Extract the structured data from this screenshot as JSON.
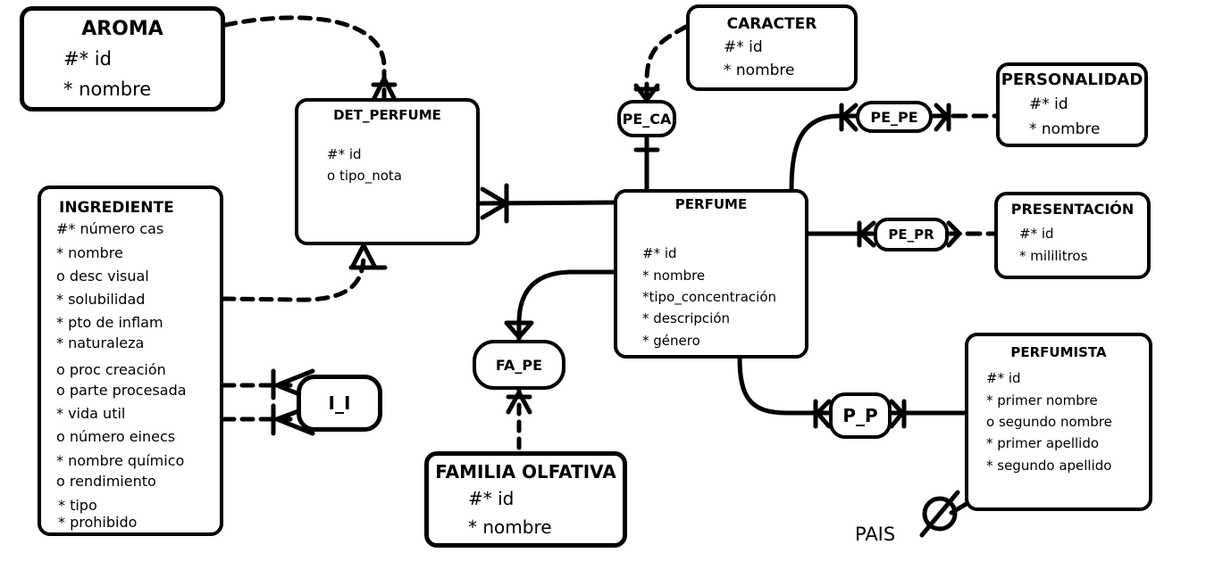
{
  "entities": {
    "aroma": {
      "title": "AROMA",
      "attributes": [
        "#* id",
        "* nombre"
      ]
    },
    "caracter": {
      "title": "CARACTER",
      "attributes": [
        "#* id",
        "* nombre"
      ]
    },
    "personalidad": {
      "title": "PERSONALIDAD",
      "attributes": [
        "#* id",
        "* nombre"
      ]
    },
    "det_perfume": {
      "title": "DET_PERFUME",
      "attributes": [
        "#* id",
        "o tipo_nota"
      ]
    },
    "ingrediente": {
      "title": "INGREDIENTE",
      "attributes": [
        "#* número cas",
        "* nombre",
        "o desc visual",
        "* solubilidad",
        "* pto de inflam",
        "* naturaleza",
        "o proc creación",
        "o parte procesada",
        "* vida util",
        "o número einecs",
        "* nombre químico",
        "o rendimiento",
        "* tipo",
        "* prohibido"
      ]
    },
    "perfume": {
      "title": "PERFUME",
      "attributes": [
        "#* id",
        "* nombre",
        "*tipo_concentración",
        "* descripción",
        "* género"
      ]
    },
    "presentacion": {
      "title": "PRESENTACIÓN",
      "attributes": [
        "#* id",
        "* mililitros"
      ]
    },
    "perfumista": {
      "title": "PERFUMISTA",
      "attributes": [
        "#* id",
        "* primer nombre",
        "o segundo nombre",
        "* primer apellido",
        "* segundo apellido"
      ]
    },
    "familia_olfativa": {
      "title": "FAMILIA OLFATIVA",
      "attributes": [
        "#* id",
        "* nombre"
      ]
    }
  },
  "relationships": {
    "pe_ca": "PE_CA",
    "pe_pe": "PE_PE",
    "pe_pr": "PE_PR",
    "fa_pe": "FA_PE",
    "p_p": "P_P",
    "i_i": "I_I"
  },
  "labels": {
    "pais": "PAIS"
  }
}
